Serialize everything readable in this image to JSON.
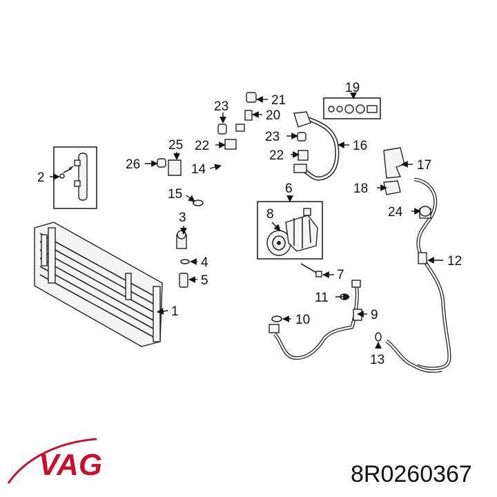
{
  "labels": {
    "l1": "1",
    "l2": "2",
    "l3": "3",
    "l4": "4",
    "l5": "5",
    "l6": "6",
    "l7": "7",
    "l8": "8",
    "l9": "9",
    "l10": "10",
    "l11": "11",
    "l12": "12",
    "l13": "13",
    "l14": "14",
    "l15": "15",
    "l16": "16",
    "l17": "17",
    "l18": "18",
    "l19": "19",
    "l20": "20",
    "l21": "21",
    "l22a": "22",
    "l22b": "22",
    "l23a": "23",
    "l23b": "23",
    "l24": "24",
    "l25": "25",
    "l26": "26"
  },
  "footer": {
    "brand": "VAG",
    "part_number": "8R0260367"
  },
  "colors": {
    "brand": "#c8102e",
    "line": "#222222"
  }
}
